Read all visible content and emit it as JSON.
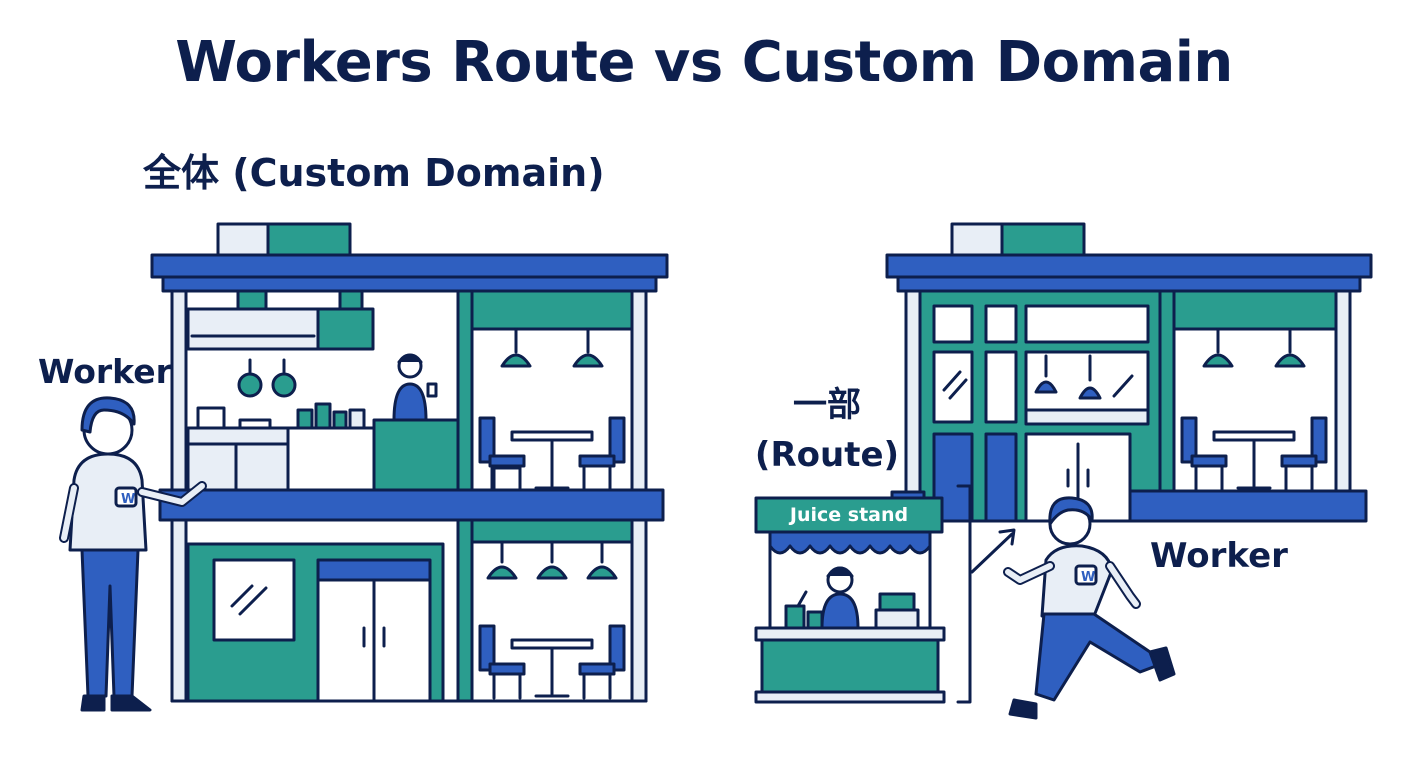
{
  "title": "Workers Route vs Custom Domain",
  "full_label": "全体 (Custom Domain)",
  "part_label_line1": "一部",
  "part_label_line2": "(Route)",
  "worker_left": "Worker",
  "worker_right": "Worker",
  "juice_stand": "Juice stand",
  "badge_letter": "W",
  "colors": {
    "navy": "#0d1f4d",
    "blue": "#2f5fc0",
    "teal": "#2a9d8f",
    "pale": "#e8eef6"
  }
}
